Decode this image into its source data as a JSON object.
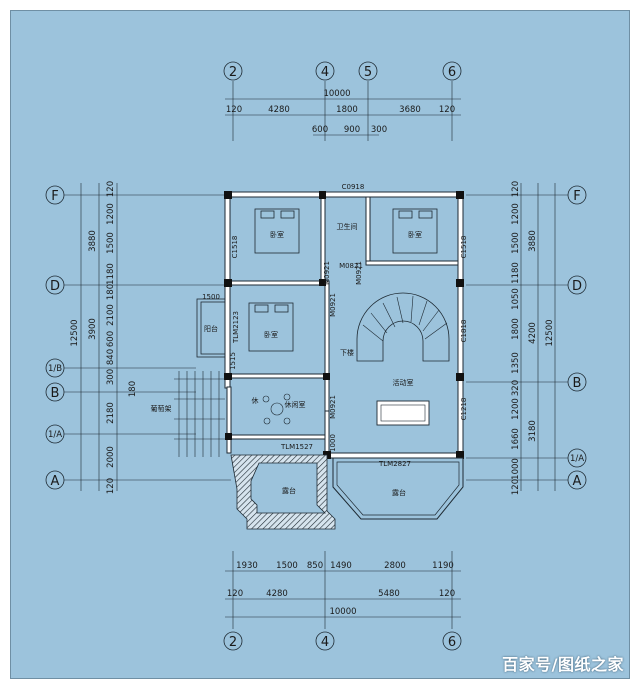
{
  "watermark": "百家号/图纸之家",
  "axes": {
    "top": [
      "2",
      "4",
      "5",
      "6"
    ],
    "bottom": [
      "2",
      "4",
      "6"
    ],
    "left": [
      "F",
      "D",
      "1/B",
      "B",
      "1/A",
      "A"
    ],
    "right": [
      "F",
      "D",
      "B",
      "1/A",
      "A"
    ]
  },
  "dims": {
    "top_total": "10000",
    "top_row": [
      "120",
      "4280",
      "1800",
      "3680",
      "120"
    ],
    "top_window": [
      "600",
      "900",
      "300"
    ],
    "bottom_row1": [
      "1930",
      "1500",
      "850",
      "1490",
      "2800",
      "1190"
    ],
    "bottom_row2": [
      "120",
      "4280",
      "5480",
      "120"
    ],
    "bottom_total": "10000",
    "left_inner": [
      "120",
      "1200",
      "1500",
      "1180",
      "180",
      "2100",
      "600",
      "840",
      "300",
      "180",
      "2180",
      "2000",
      "120"
    ],
    "left_mid": [
      "3880",
      "3900"
    ],
    "left_total": "12500",
    "right_inner": [
      "120",
      "1200",
      "1500",
      "1180",
      "1050",
      "1800",
      "1350",
      "320",
      "1200",
      "1660",
      "1000",
      "120"
    ],
    "right_mid": [
      "3880",
      "4200",
      "3180"
    ],
    "right_total": "12500"
  },
  "windows": {
    "c0918": "C0918",
    "c1518_left": "C1518",
    "c1518_right": "C1518",
    "c1818": "C1818",
    "c1218": "C1218",
    "tlm2123": "TLM2123",
    "tlm1527": "TLM1527",
    "tlm2827": "TLM2827",
    "m0821": "M0821",
    "m0921_a": "M0921",
    "m0921_b": "M0921",
    "m0921_c": "M0921",
    "m0921_d": "M0921",
    "side_1500": "1500",
    "side_1515": "1515",
    "dim_1000": "1000"
  },
  "rooms": {
    "bedroom_tl": "卧室",
    "bathroom": "卫生间",
    "bedroom_tr": "卧室",
    "balcony": "阳台",
    "bedroom_ml": "卧室",
    "stair_note": "下楼",
    "lounge": "休闲室",
    "lounge_tag": "休",
    "activity": "活动室",
    "pergola": "葡萄架",
    "terrace_l": "露台",
    "terrace_r": "露台"
  }
}
